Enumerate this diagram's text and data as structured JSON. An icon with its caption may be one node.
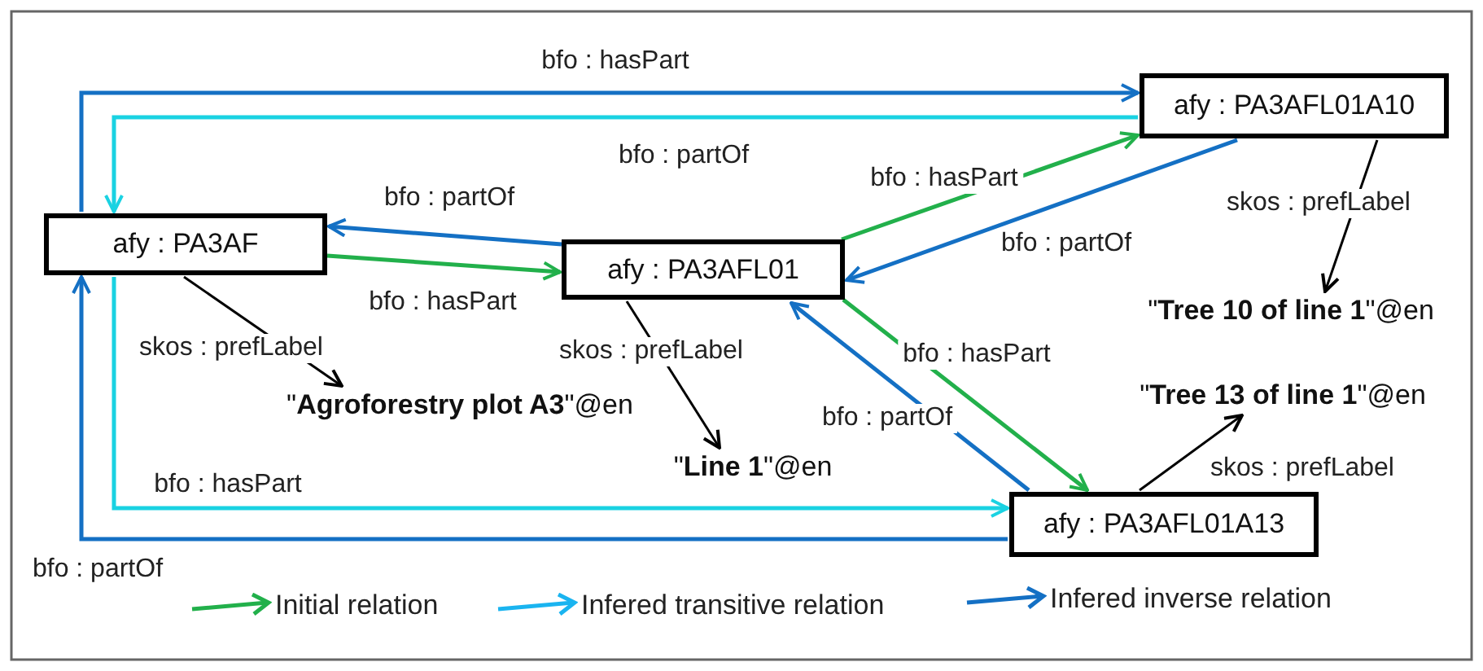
{
  "diagram": {
    "nodes": [
      {
        "text": [
          "afy : PA3AF"
        ]
      },
      {
        "text": [
          "afy : PA3AFL01"
        ]
      },
      {
        "text": [
          "afy : PA3AFL01A10"
        ]
      },
      {
        "text": [
          "afy : PA3AFL01A13"
        ]
      },
      {
        "text": [
          "\"**Agroforestry plot A3**\"@en"
        ]
      },
      {
        "text": [
          "\"**Line 1**\"@en"
        ]
      },
      {
        "text": [
          "\"**Tree 10 of line 1**\"@en"
        ]
      },
      {
        "text": [
          "\"**Tree 13 of line 1**\"@en"
        ]
      }
    ],
    "edges": [
      {
        "from": 0,
        "to": 1,
        "arrow": "to",
        "label": "bfo : hasPart",
        "color": "#22b04b"
      },
      {
        "from": 1,
        "to": 0,
        "arrow": "to",
        "label": "bfo : partOf"
      },
      {
        "from": 1,
        "to": 2,
        "arrow": "to",
        "label": "bfo : hasPart",
        "color": "#22b04b"
      },
      {
        "from": 2,
        "to": 1,
        "arrow": "to",
        "label": "bfo : partOf"
      },
      {
        "from": 1,
        "to": 3,
        "arrow": "to",
        "label": "bfo : hasPart",
        "color": "#22b04b"
      },
      {
        "from": 3,
        "to": 1,
        "arrow": "to",
        "label": "bfo : partOf"
      },
      {
        "from": 0,
        "to": 2,
        "arrow": "to",
        "label": "bfo : hasPart"
      },
      {
        "from": 2,
        "to": 0,
        "arrow": "to",
        "label": "bfo : partOf",
        "color": "#1ad2e2"
      },
      {
        "from": 0,
        "to": 3,
        "arrow": "to",
        "label": "bfo : hasPart",
        "color": "#1ad2e2"
      },
      {
        "from": 3,
        "to": 0,
        "arrow": "to",
        "label": "bfo : partOf"
      },
      {
        "from": 0,
        "to": 4,
        "arrow": "to",
        "label": "skos : prefLabel",
        "color": "#000000"
      },
      {
        "from": 1,
        "to": 5,
        "arrow": "to",
        "label": "skos : prefLabel",
        "color": "#000000"
      },
      {
        "from": 2,
        "to": 6,
        "arrow": "to",
        "label": "skos : prefLabel",
        "color": "#000000"
      },
      {
        "from": 3,
        "to": 7,
        "arrow": "to",
        "label": "skos : prefLabel",
        "color": "#000000"
      }
    ],
    "legend": [
      {
        "text": "Initial relation",
        "color": "#22b04b"
      },
      {
        "text": "Infered transitive relation",
        "color": "#1ab4f0"
      },
      {
        "text": "Infered inverse relation",
        "color": "#1470c4"
      }
    ]
  }
}
